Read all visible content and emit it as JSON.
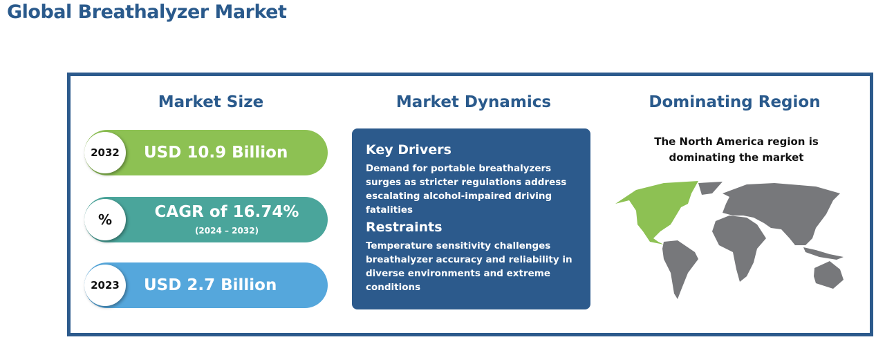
{
  "title": "Global Breathalyzer Market",
  "market_size": {
    "heading": "Market Size",
    "items": [
      {
        "badge": "2032",
        "value": "USD 10.9 Billion",
        "color": "#8dc153"
      },
      {
        "badge": "%",
        "value": "CAGR of 16.74%",
        "sub": "(2024 – 2032)",
        "color": "#4aa59b"
      },
      {
        "badge": "2023",
        "value": "USD 2.7 Billion",
        "color": "#55a7dc"
      }
    ]
  },
  "dynamics": {
    "heading": "Market Dynamics",
    "drivers_title": "Key Drivers",
    "drivers_text": "Demand for portable breathalyzers surges as stricter regulations address escalating alcohol-impaired driving fatalities",
    "restraints_title": "Restraints",
    "restraints_text": "Temperature sensitivity challenges breathalyzer accuracy and reliability in diverse environments and extreme conditions"
  },
  "region": {
    "heading": "Dominating Region",
    "text": "The North America region is dominating the market",
    "highlight_color": "#8dc153",
    "map_color": "#77787b"
  }
}
